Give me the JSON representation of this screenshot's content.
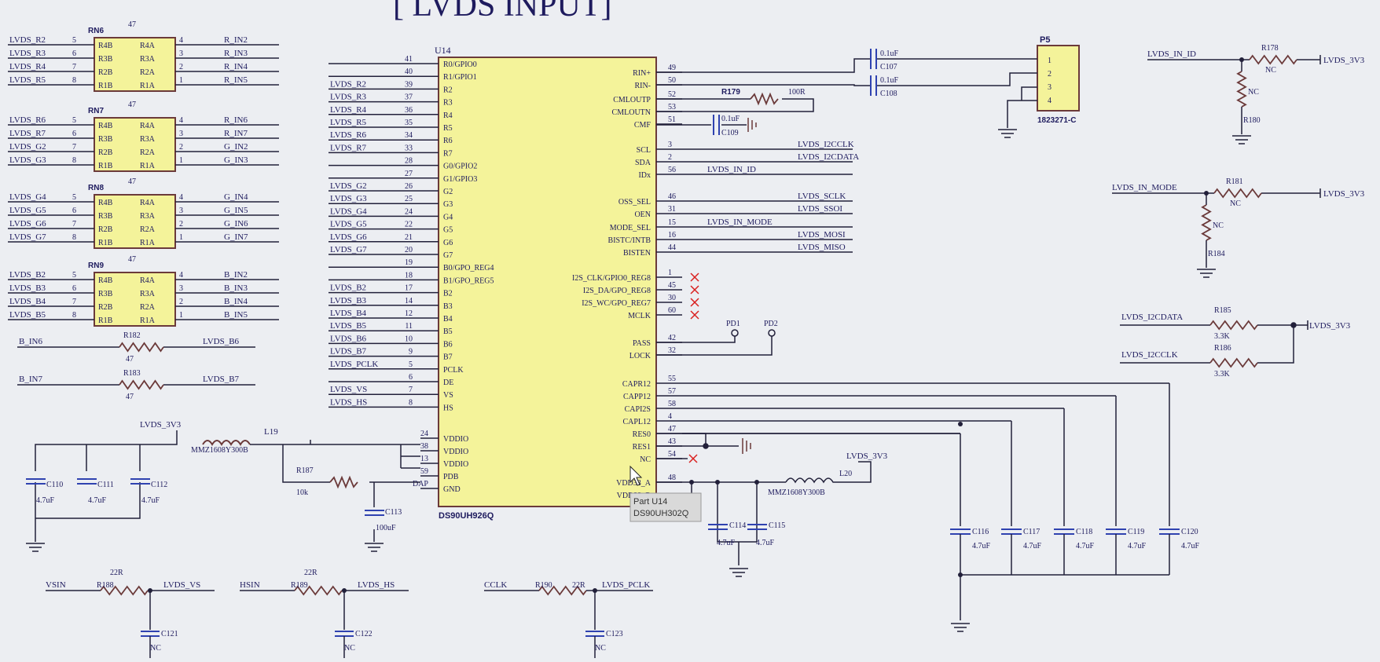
{
  "title": "[ LVDS INPUT]",
  "u14": {
    "ref": "U14",
    "part": "DS90UH926Q",
    "left_pins": [
      {
        "num": "41",
        "name": "R0/GPIO0",
        "net": ""
      },
      {
        "num": "40",
        "name": "R1/GPIO1",
        "net": ""
      },
      {
        "num": "39",
        "name": "R2",
        "net": "LVDS_R2"
      },
      {
        "num": "37",
        "name": "R3",
        "net": "LVDS_R3"
      },
      {
        "num": "36",
        "name": "R4",
        "net": "LVDS_R4"
      },
      {
        "num": "35",
        "name": "R5",
        "net": "LVDS_R5"
      },
      {
        "num": "34",
        "name": "R6",
        "net": "LVDS_R6"
      },
      {
        "num": "33",
        "name": "R7",
        "net": "LVDS_R7"
      },
      {
        "num": "28",
        "name": "G0/GPIO2",
        "net": ""
      },
      {
        "num": "27",
        "name": "G1/GPIO3",
        "net": ""
      },
      {
        "num": "26",
        "name": "G2",
        "net": "LVDS_G2"
      },
      {
        "num": "25",
        "name": "G3",
        "net": "LVDS_G3"
      },
      {
        "num": "24",
        "name": "G4",
        "net": "LVDS_G4"
      },
      {
        "num": "22",
        "name": "G5",
        "net": "LVDS_G5"
      },
      {
        "num": "21",
        "name": "G6",
        "net": "LVDS_G6"
      },
      {
        "num": "20",
        "name": "G7",
        "net": "LVDS_G7"
      },
      {
        "num": "19",
        "name": "B0/GPO_REG4",
        "net": ""
      },
      {
        "num": "18",
        "name": "B1/GPO_REG5",
        "net": ""
      },
      {
        "num": "17",
        "name": "B2",
        "net": "LVDS_B2"
      },
      {
        "num": "14",
        "name": "B3",
        "net": "LVDS_B3"
      },
      {
        "num": "12",
        "name": "B4",
        "net": "LVDS_B4"
      },
      {
        "num": "11",
        "name": "B5",
        "net": "LVDS_B5"
      },
      {
        "num": "10",
        "name": "B6",
        "net": "LVDS_B6"
      },
      {
        "num": "9",
        "name": "B7",
        "net": "LVDS_B7"
      },
      {
        "num": "5",
        "name": "PCLK",
        "net": "LVDS_PCLK"
      },
      {
        "num": "6",
        "name": "DE",
        "net": ""
      },
      {
        "num": "7",
        "name": "VS",
        "net": "LVDS_VS"
      },
      {
        "num": "8",
        "name": "HS",
        "net": "LVDS_HS"
      }
    ],
    "power_pins": [
      {
        "num": "24",
        "name": "VDDIO"
      },
      {
        "num": "38",
        "name": "VDDIO"
      },
      {
        "num": "13",
        "name": "VDDIO"
      },
      {
        "num": "59",
        "name": "PDB"
      },
      {
        "num": "DAP",
        "name": "GND"
      }
    ],
    "right_pins": [
      {
        "num": "49",
        "name": "RIN+",
        "net": ""
      },
      {
        "num": "50",
        "name": "RIN-",
        "net": ""
      },
      {
        "num": "52",
        "name": "CMLOUTP",
        "net": ""
      },
      {
        "num": "53",
        "name": "CMLOUTN",
        "net": ""
      },
      {
        "num": "51",
        "name": "CMF",
        "net": ""
      },
      {
        "num": "3",
        "name": "SCL",
        "net": "LVDS_I2CCLK"
      },
      {
        "num": "2",
        "name": "SDA",
        "net": "LVDS_I2CDATA"
      },
      {
        "num": "56",
        "name": "IDx",
        "net": "LVDS_IN_ID"
      },
      {
        "num": "46",
        "name": "OSS_SEL",
        "net": "LVDS_SCLK"
      },
      {
        "num": "31",
        "name": "OEN",
        "net": "LVDS_SSOI"
      },
      {
        "num": "15",
        "name": "MODE_SEL",
        "net": "LVDS_IN_MODE"
      },
      {
        "num": "16",
        "name": "BISTC/INTB",
        "net": "LVDS_MOSI"
      },
      {
        "num": "44",
        "name": "BISTEN",
        "net": "LVDS_MISO"
      },
      {
        "num": "1",
        "name": "I2S_CLK/GPIO0_REG8",
        "net": ""
      },
      {
        "num": "45",
        "name": "I2S_DA/GPO_REG8",
        "net": ""
      },
      {
        "num": "30",
        "name": "I2S_WC/GPO_REG7",
        "net": ""
      },
      {
        "num": "60",
        "name": "MCLK",
        "net": ""
      },
      {
        "num": "42",
        "name": "PASS",
        "net": ""
      },
      {
        "num": "32",
        "name": "LOCK",
        "net": ""
      },
      {
        "num": "55",
        "name": "CAPR12",
        "net": ""
      },
      {
        "num": "57",
        "name": "CAPP12",
        "net": ""
      },
      {
        "num": "58",
        "name": "CAPI2S",
        "net": ""
      },
      {
        "num": "4",
        "name": "CAPL12",
        "net": ""
      },
      {
        "num": "47",
        "name": "RES0",
        "net": ""
      },
      {
        "num": "43",
        "name": "RES1",
        "net": ""
      },
      {
        "num": "54",
        "name": "NC",
        "net": ""
      },
      {
        "num": "48",
        "name": "VDD33_A",
        "net": ""
      },
      {
        "num": "",
        "name": "VDD33_B",
        "net": ""
      }
    ]
  },
  "resistor_networks": [
    {
      "ref": "RN6",
      "value": "47",
      "rows": [
        {
          "num_l": "5",
          "name_l": "R4B",
          "name_r": "R4A",
          "num_r": "4",
          "net_l": "LVDS_R2",
          "net_r": "R_IN2"
        },
        {
          "num_l": "6",
          "name_l": "R3B",
          "name_r": "R3A",
          "num_r": "3",
          "net_l": "LVDS_R3",
          "net_r": "R_IN3"
        },
        {
          "num_l": "7",
          "name_l": "R2B",
          "name_r": "R2A",
          "num_r": "2",
          "net_l": "LVDS_R4",
          "net_r": "R_IN4"
        },
        {
          "num_l": "8",
          "name_l": "R1B",
          "name_r": "R1A",
          "num_r": "1",
          "net_l": "LVDS_R5",
          "net_r": "R_IN5"
        }
      ]
    },
    {
      "ref": "RN7",
      "value": "47",
      "rows": [
        {
          "num_l": "5",
          "name_l": "R4B",
          "name_r": "R4A",
          "num_r": "4",
          "net_l": "LVDS_R6",
          "net_r": "R_IN6"
        },
        {
          "num_l": "6",
          "name_l": "R3B",
          "name_r": "R3A",
          "num_r": "3",
          "net_l": "LVDS_R7",
          "net_r": "R_IN7"
        },
        {
          "num_l": "7",
          "name_l": "R2B",
          "name_r": "R2A",
          "num_r": "2",
          "net_l": "LVDS_G2",
          "net_r": "G_IN2"
        },
        {
          "num_l": "8",
          "name_l": "R1B",
          "name_r": "R1A",
          "num_r": "1",
          "net_l": "LVDS_G3",
          "net_r": "G_IN3"
        }
      ]
    },
    {
      "ref": "RN8",
      "value": "47",
      "rows": [
        {
          "num_l": "5",
          "name_l": "R4B",
          "name_r": "R4A",
          "num_r": "4",
          "net_l": "LVDS_G4",
          "net_r": "G_IN4"
        },
        {
          "num_l": "6",
          "name_l": "R3B",
          "name_r": "R3A",
          "num_r": "3",
          "net_l": "LVDS_G5",
          "net_r": "G_IN5"
        },
        {
          "num_l": "7",
          "name_l": "R2B",
          "name_r": "R2A",
          "num_r": "2",
          "net_l": "LVDS_G6",
          "net_r": "G_IN6"
        },
        {
          "num_l": "8",
          "name_l": "R1B",
          "name_r": "R1A",
          "num_r": "1",
          "net_l": "LVDS_G7",
          "net_r": "G_IN7"
        }
      ]
    },
    {
      "ref": "RN9",
      "value": "47",
      "rows": [
        {
          "num_l": "5",
          "name_l": "R4B",
          "name_r": "R4A",
          "num_r": "4",
          "net_l": "LVDS_B2",
          "net_r": "B_IN2"
        },
        {
          "num_l": "6",
          "name_l": "R3B",
          "name_r": "R3A",
          "num_r": "3",
          "net_l": "LVDS_B3",
          "net_r": "B_IN3"
        },
        {
          "num_l": "7",
          "name_l": "R2B",
          "name_r": "R2A",
          "num_r": "2",
          "net_l": "LVDS_B4",
          "net_r": "B_IN4"
        },
        {
          "num_l": "8",
          "name_l": "R1B",
          "name_r": "R1A",
          "num_r": "1",
          "net_l": "LVDS_B5",
          "net_r": "B_IN5"
        }
      ]
    }
  ],
  "series_resistors": [
    {
      "ref": "R182",
      "value": "47",
      "net_l": "B_IN6",
      "net_r": "LVDS_B6"
    },
    {
      "ref": "R183",
      "value": "47",
      "net_l": "B_IN7",
      "net_r": "LVDS_B7"
    }
  ],
  "power_section": {
    "rail": "LVDS_3V3",
    "inductor_l19": {
      "ref": "L19",
      "value": "MMZ1608Y300B"
    },
    "caps": [
      {
        "ref": "C110",
        "value": "4.7uF"
      },
      {
        "ref": "C111",
        "value": "4.7uF"
      },
      {
        "ref": "C112",
        "value": "4.7uF"
      },
      {
        "ref": "C113",
        "value": "100uF"
      }
    ],
    "r187": {
      "ref": "R187",
      "value": "10k"
    }
  },
  "connector_p5": {
    "ref": "P5",
    "part": "1823271-C",
    "pins": [
      "1",
      "2",
      "3",
      "4"
    ],
    "c107": {
      "ref": "C107",
      "value": "0.1uF"
    },
    "c108": {
      "ref": "C108",
      "value": "0.1uF"
    },
    "r179": {
      "ref": "R179",
      "value": "100R"
    },
    "c109": {
      "ref": "C109",
      "value": "0.1uF"
    }
  },
  "test_points": [
    "PD1",
    "PD2"
  ],
  "right_resistors": [
    {
      "net": "LVDS_IN_ID",
      "series_ref": "R178",
      "series_val": "NC",
      "pull_ref": "R180",
      "pull_val": "NC",
      "rail": "LVDS_3V3"
    },
    {
      "net": "LVDS_IN_MODE",
      "series_ref": "R181",
      "series_val": "NC",
      "pull_ref": "R184",
      "pull_val": "NC",
      "rail": "LVDS_3V3"
    }
  ],
  "i2c_pullups": [
    {
      "net": "LVDS_I2CDATA",
      "ref": "R185",
      "value": "3.3K"
    },
    {
      "net": "LVDS_I2CCLK",
      "ref": "R186",
      "value": "3.3K"
    }
  ],
  "i2c_rail": "LVDS_3V3",
  "cap_bank_right": [
    {
      "ref": "C116",
      "value": "4.7uF"
    },
    {
      "ref": "C117",
      "value": "4.7uF"
    },
    {
      "ref": "C118",
      "value": "4.7uF"
    },
    {
      "ref": "C119",
      "value": "4.7uF"
    },
    {
      "ref": "C120",
      "value": "4.7uF"
    }
  ],
  "vdd33_section": {
    "l20": {
      "ref": "L20",
      "value": "MMZ1608Y300B"
    },
    "rail": "LVDS_3V3",
    "c114": {
      "ref": "C114",
      "value": "4.7uF"
    },
    "c115": {
      "ref": "C115",
      "value": "4.7uF"
    }
  },
  "bottom_filters": [
    {
      "in": "VSIN",
      "ref": "R188",
      "value": "22R",
      "out": "LVDS_VS",
      "cap_ref": "C121",
      "cap_val": "NC"
    },
    {
      "in": "HSIN",
      "ref": "R189",
      "value": "22R",
      "out": "LVDS_HS",
      "cap_ref": "C122",
      "cap_val": "NC"
    },
    {
      "in": "CCLK",
      "ref": "R190",
      "value": "22R",
      "out": "LVDS_PCLK",
      "cap_ref": "C123",
      "cap_val": "NC"
    }
  ],
  "tooltip": {
    "line1": "Part U14",
    "line2": "DS90UH302Q"
  },
  "colors": {
    "wire": "#22203a",
    "net_text": "#1e1b5e",
    "comp_fill": "#f4f39a",
    "comp_stroke": "#6b3a3a",
    "cap_blue": "#2f42b0",
    "nc_red": "#d92020"
  }
}
